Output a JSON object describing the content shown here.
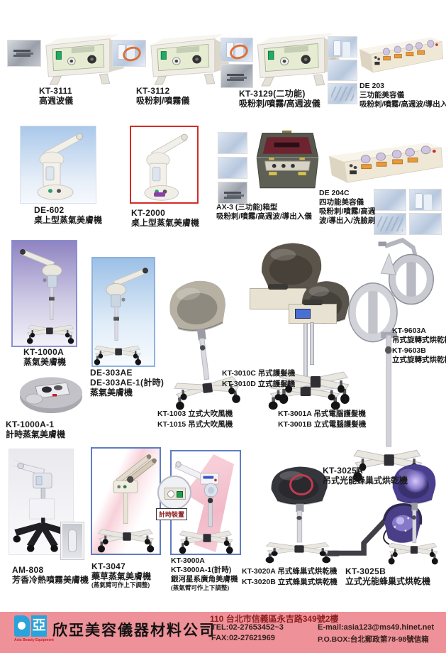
{
  "products": [
    {
      "id": "kt-3111",
      "model": "KT-3111",
      "desc": [
        "高週波儀"
      ]
    },
    {
      "id": "kt-3112",
      "model": "KT-3112",
      "desc": [
        "吸粉刺/噴霧儀"
      ]
    },
    {
      "id": "kt-3129",
      "model": "KT-3129(二功能)",
      "desc": [
        "吸粉刺/噴霧/高週波儀"
      ]
    },
    {
      "id": "de-203",
      "model": "DE 203",
      "desc": [
        "三功能美容儀",
        "吸粉刺/噴霧/高週波/導出入"
      ]
    },
    {
      "id": "de-602",
      "model": "DE-602",
      "desc": [
        "桌上型蒸氣美膚機"
      ]
    },
    {
      "id": "kt-2000",
      "model": "KT-2000",
      "desc": [
        "桌上型蒸氣美膚機"
      ]
    },
    {
      "id": "ax-3",
      "model": "AX-3 (三功能)箱型",
      "desc": [
        "吸粉刺/噴霧/高週波/導出入儀"
      ]
    },
    {
      "id": "de-204c",
      "model": "DE 204C",
      "desc": [
        "四功能美容儀",
        "吸粉刺/噴霧/高週",
        "波/導出入/洗臉刷"
      ]
    },
    {
      "id": "kt-1000a",
      "model": "KT-1000A",
      "desc": [
        "蒸氣美膚機"
      ]
    },
    {
      "id": "kt-1000a-1",
      "model": "KT-1000A-1",
      "desc": [
        "計時蒸氣美膚機"
      ]
    },
    {
      "id": "de-303ae",
      "model": "DE-303AE",
      "model2": "DE-303AE-1(計時)",
      "desc": [
        "蒸氣美膚機"
      ]
    },
    {
      "id": "kt-1003",
      "lines": [
        "KT-1003 立式大吹風機",
        "KT-1015 吊式大吹風機"
      ]
    },
    {
      "id": "kt-3010",
      "lines": [
        "KT-3010C 吊式護髮機",
        "KT-3010D 立式護髮機"
      ]
    },
    {
      "id": "kt-3001",
      "lines": [
        "KT-3001A 吊式電腦護髮機",
        "KT-3001B 立式電腦護髮機"
      ]
    },
    {
      "id": "kt-9603a",
      "model": "KT-9603A",
      "desc": [
        "吊式旋轉式烘乾機"
      ]
    },
    {
      "id": "kt-9603b",
      "model": "KT-9603B",
      "desc": [
        "立式旋轉式烘乾機"
      ]
    },
    {
      "id": "am-808",
      "model": "AM-808",
      "desc": [
        "芳香冷熱噴霧美膚機"
      ]
    },
    {
      "id": "kt-3047",
      "model": "KT-3047",
      "desc": [
        "藥草蒸氣美膚機"
      ],
      "note": "(蒸氣臂可作上下調整)"
    },
    {
      "id": "kt-3000a",
      "model": "KT-3000A",
      "model2": "KT-3000A-1(計時)",
      "desc": [
        "銀河星系廣角美膚機"
      ],
      "note": "(蒸氣臂可作上下調整)",
      "badge": "計時裝置"
    },
    {
      "id": "kt-3020",
      "lines": [
        "KT-3020A 吊式蜂巢式烘乾機",
        "KT-3020B 立式蜂巢式烘乾機"
      ]
    },
    {
      "id": "kt-3025a",
      "model": "KT-3025A",
      "desc": [
        "吊式光能蜂巢式烘乾機"
      ]
    },
    {
      "id": "kt-3025b",
      "model": "KT-3025B",
      "desc": [
        "立式光能蜂巢式烘乾機"
      ]
    }
  ],
  "footer": {
    "company": "欣亞美容儀器材料公司",
    "logo_text": "亞",
    "logo_caption": "Asia Beauty Equipment",
    "address": "110 台北市信義區永吉路349號2樓",
    "tel": "TEL:02-27653452~3",
    "fax": "FAX:02-27621969",
    "email": "E-mail:asia123@ms49.hinet.net",
    "pobox": "P.O.BOX:台北郵政第78-98號信箱"
  },
  "colors": {
    "footer_bg": "#ee9198",
    "highlight_border": "#d42b26",
    "frame_blue": "#5f7cc4",
    "logo_blue": "#29a3da",
    "address_red": "#8b1f1f"
  }
}
